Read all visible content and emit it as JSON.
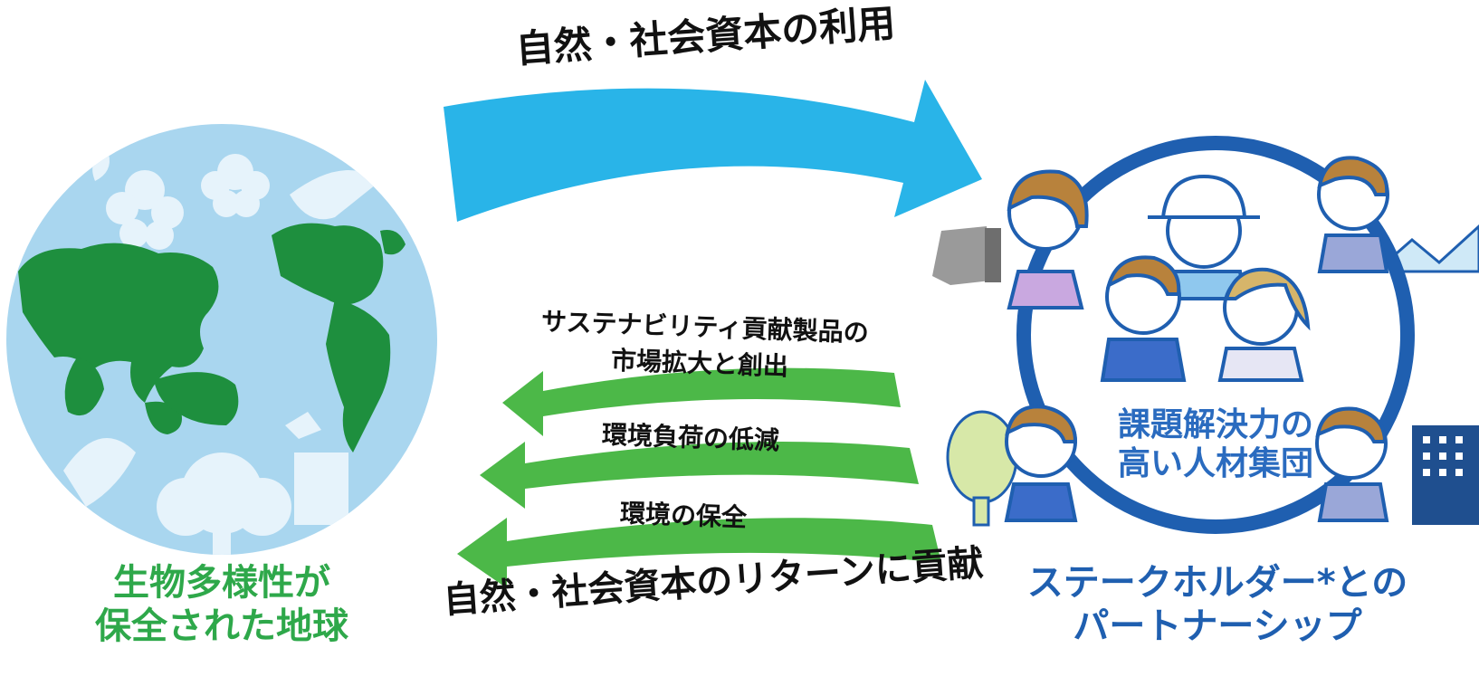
{
  "top_arrow": {
    "label": "自然・社会資本の利用",
    "color": "#29b4e8"
  },
  "bottom_arrows": {
    "items": [
      {
        "label_lines": [
          "サステナビリティ貢献製品の",
          "市場拡大と創出"
        ]
      },
      {
        "label_lines": [
          "環境負荷の低減"
        ]
      },
      {
        "label_lines": [
          "環境の保全"
        ]
      }
    ],
    "color": "#4cb848",
    "caption": "自然・社会資本のリターンに貢献"
  },
  "earth": {
    "caption_lines": [
      "生物多様性が",
      "保全された地球"
    ],
    "ocean_color": "#a9d6ef",
    "land_color": "#1e8f3e"
  },
  "people_circle": {
    "center_lines": [
      "課題解決力の",
      "高い人材集団"
    ],
    "caption_lines": [
      "ステークホルダー*との",
      "パートナーシップ"
    ],
    "ring_color": "#1f5fb0"
  }
}
